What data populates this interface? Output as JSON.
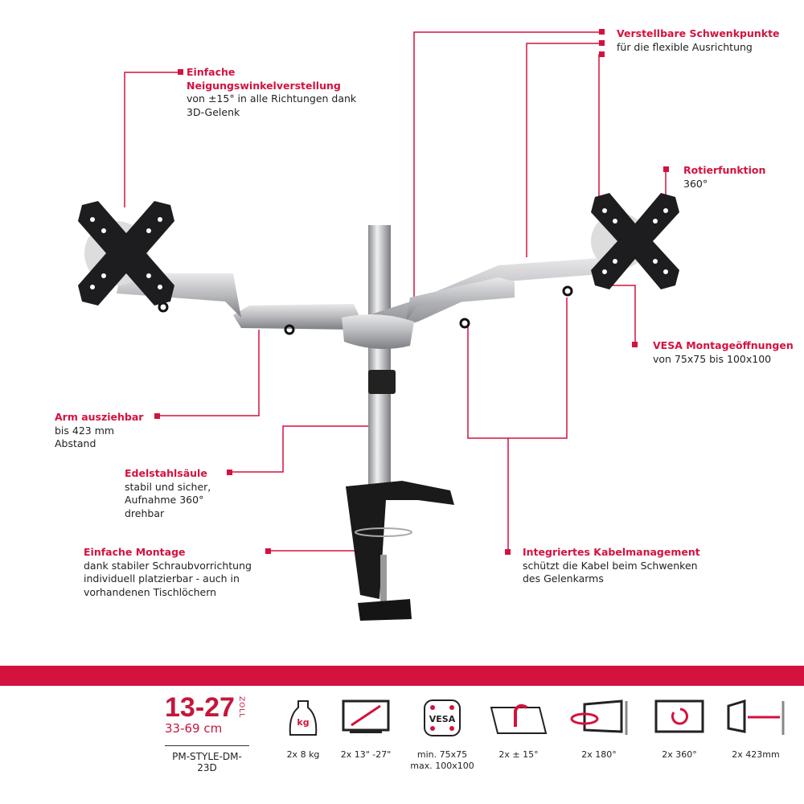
{
  "callouts": [
    {
      "title": "Einfache",
      "title2": "Neigungswinkelverstellung",
      "lines": [
        "von  ±15° in alle Richtungen dank",
        "3D-Gelenk"
      ]
    },
    {
      "title": "Verstellbare Schwenkpunkte",
      "lines": [
        "für die flexible Ausrichtung"
      ]
    },
    {
      "title": "Rotierfunktion",
      "lines": [
        "360°"
      ]
    },
    {
      "title": "VESA Montageöffnungen",
      "lines": [
        "von 75x75 bis 100x100"
      ]
    },
    {
      "title": "Arm ausziehbar",
      "lines": [
        "bis 423 mm",
        "Abstand"
      ]
    },
    {
      "title": "Edelstahlsäule",
      "lines": [
        "stabil und sicher,",
        "Aufnahme 360°",
        "drehbar"
      ]
    },
    {
      "title": "Einfache Montage",
      "lines": [
        "dank stabiler Schraubvorrichtung",
        "individuell platzierbar - auch in",
        "vorhandenen Tischlöchern"
      ]
    },
    {
      "title": "Integriertes Kabelmanagement",
      "lines": [
        "schützt die Kabel beim Schwenken",
        "des Gelenkarms"
      ]
    }
  ],
  "size": {
    "inch": "13-27",
    "unit": "ZOLL",
    "cm": "33-69 cm",
    "model": "PM-STYLE-DM-23D"
  },
  "features": [
    {
      "icon": "weight-icon",
      "label": "2x 8 kg",
      "text": "kg"
    },
    {
      "icon": "screen-size-icon",
      "label": "2x 13\" -27\""
    },
    {
      "icon": "vesa-icon",
      "label": "min. 75x75",
      "label2": "max. 100x100",
      "text": "VESA"
    },
    {
      "icon": "tilt-icon",
      "label": "2x ± 15°"
    },
    {
      "icon": "swivel-icon",
      "label": "2x 180°"
    },
    {
      "icon": "rotate-icon",
      "label": "2x 360°"
    },
    {
      "icon": "extend-icon",
      "label": "2x 423mm"
    }
  ],
  "colors": {
    "accent": "#d3123f"
  }
}
